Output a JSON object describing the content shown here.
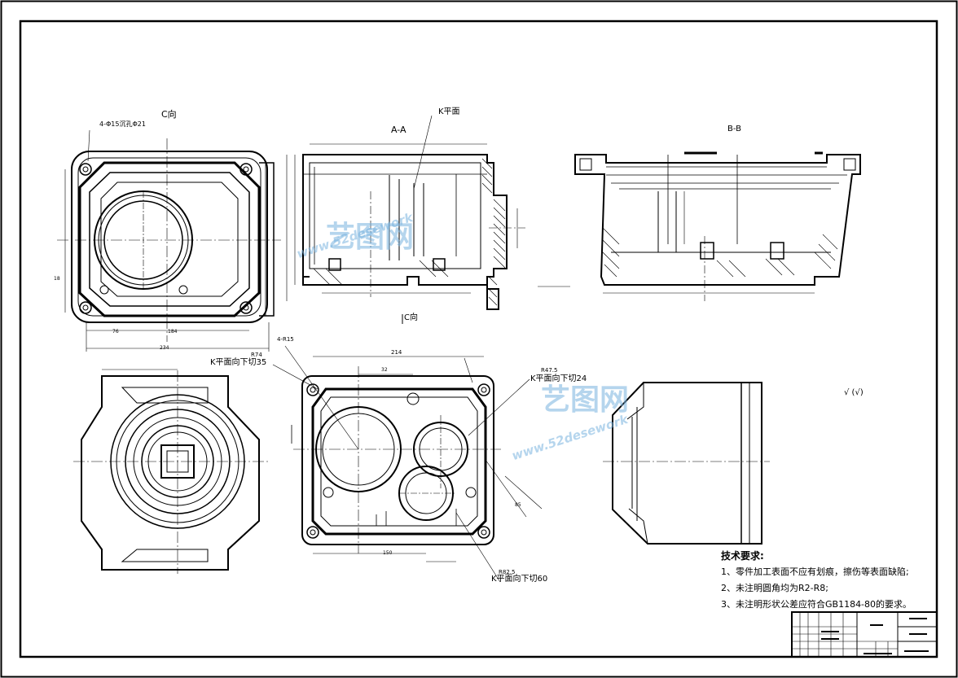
{
  "views": {
    "c_view_label": "C向",
    "aa_label": "A-A",
    "bb_label": "B-B",
    "k_plane": "K平面",
    "c_dir_arrow": "C向"
  },
  "callouts": {
    "holes_4_phi15": "4-Φ15沉孔Φ21",
    "k_down_35": "K平面向下切35",
    "k_down_24": "K平面向下切24",
    "k_down_60": "K平面向下切60",
    "r74": "R74",
    "r47_5": "R47.5",
    "r15": "4-R15",
    "r82_5": "R82.5"
  },
  "dims": {
    "d214": "214",
    "d184": "184",
    "d234": "234",
    "d76": "76",
    "d18": "18",
    "d32": "32",
    "d150": "150",
    "d85": "85",
    "surface_symbol": "√ (√)"
  },
  "tech_notes": {
    "title": "技术要求:",
    "items": [
      "1、零件加工表面不应有划痕，擦伤等表面缺陷;",
      "2、未注明圆角均为R2-R8;",
      "3、未注明形状公差应符合GB1184-80的要求。"
    ]
  },
  "watermark": {
    "text": "艺图网",
    "url": "www.52desework"
  }
}
